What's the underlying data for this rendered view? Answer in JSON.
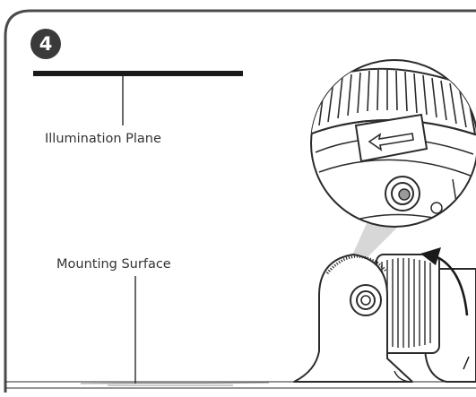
{
  "step": {
    "number": "4"
  },
  "labels": {
    "illumination_plane": "Illumination Plane",
    "mounting_surface": "Mounting Surface"
  },
  "colors": {
    "frame": "#4a4a4a",
    "badge": "#3a3a3a",
    "line": "#1a1a1a",
    "drawing": "#2b2b2b",
    "text": "#333333",
    "callout_fill": "#d7d7d7"
  },
  "icons": {
    "rotate_arrow": "rotation-arrow-icon",
    "slide_arrow": "slide-arrow-icon"
  }
}
